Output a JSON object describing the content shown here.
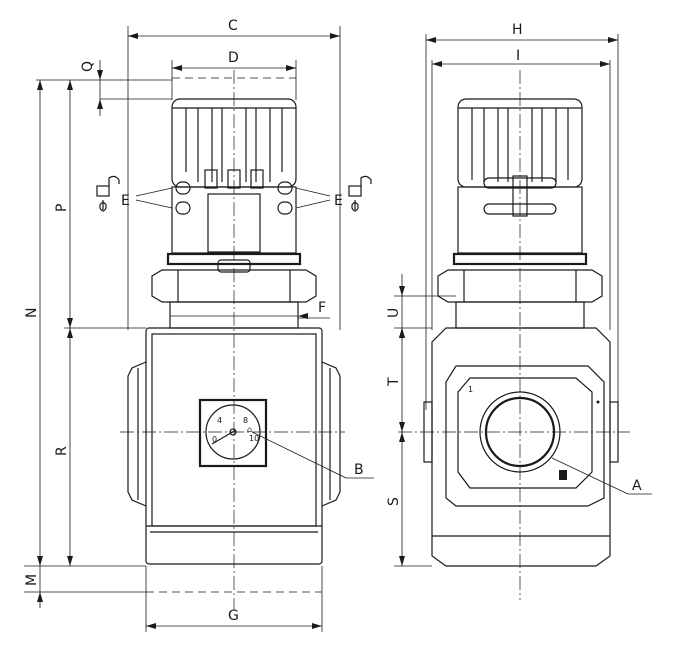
{
  "dimension_labels": {
    "C": "C",
    "D": "D",
    "Q": "Q",
    "E_left": "E",
    "E_right": "E",
    "P": "P",
    "N": "N",
    "F": "F",
    "R": "R",
    "B": "B",
    "M": "M",
    "G": "G",
    "H": "H",
    "I": "I",
    "U": "U",
    "T": "T",
    "S": "S",
    "A": "A"
  },
  "gauge_marks": [
    "4",
    "8",
    "10"
  ],
  "port_mark": "1"
}
